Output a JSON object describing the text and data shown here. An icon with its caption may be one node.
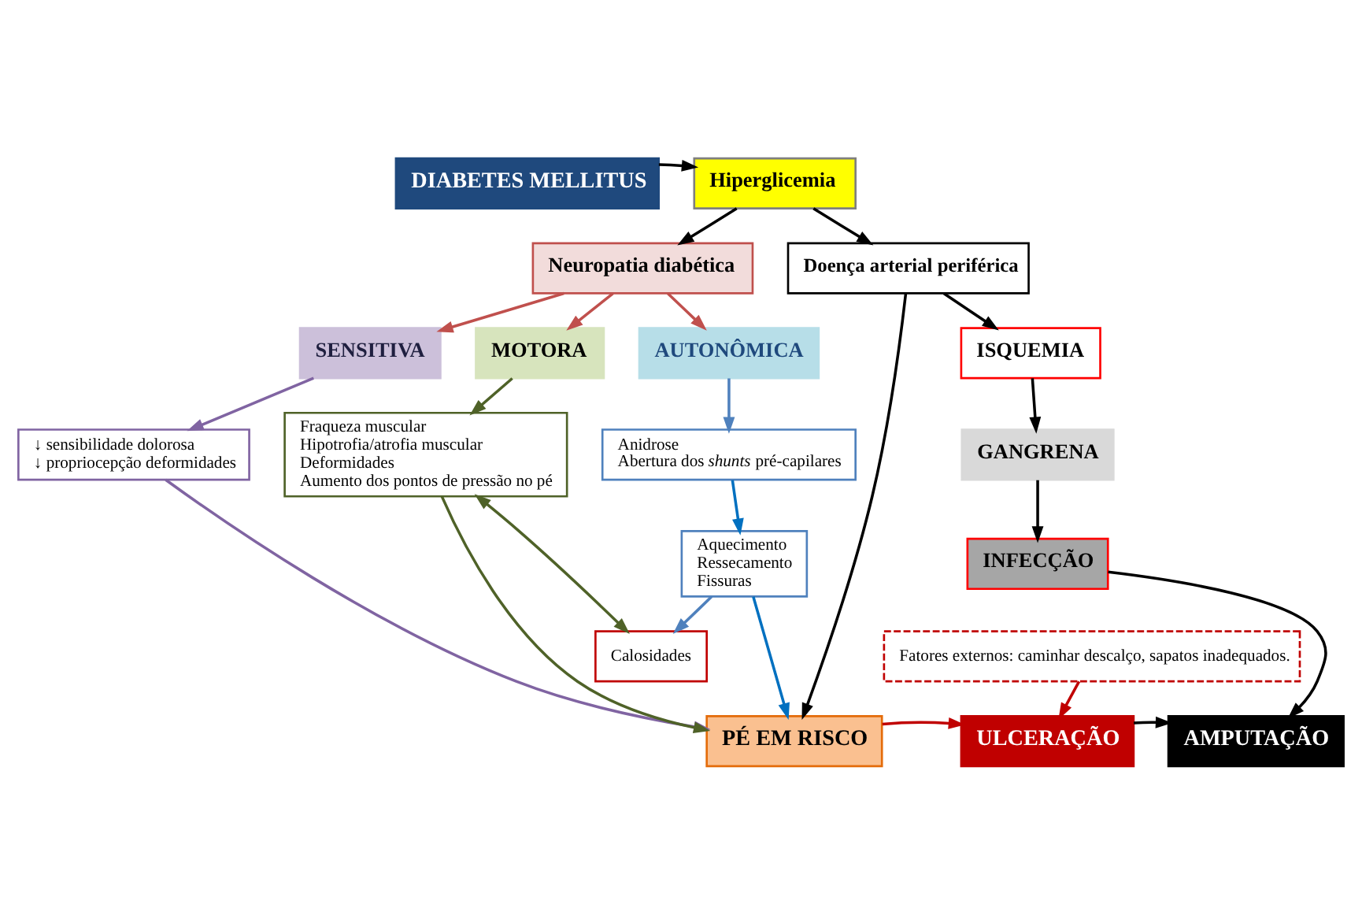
{
  "diagram": {
    "nodes": [
      {
        "text": [
          "DIABETES MELLITUS"
        ]
      },
      {
        "text": [
          "Hiperglicemia"
        ]
      },
      {
        "text": [
          "Neuropatia diabética"
        ]
      },
      {
        "text": [
          "Doença arterial periférica"
        ]
      },
      {
        "text": [
          "SENSITIVA"
        ]
      },
      {
        "text": [
          "MOTORA"
        ]
      },
      {
        "text": [
          "AUTONÔMICA"
        ]
      },
      {
        "text": [
          "↓ sensibilidade dolorosa",
          "↓ propriocepção deformidades"
        ]
      },
      {
        "text": [
          "Fraqueza muscular",
          "Hipotrofia/atrofia muscular",
          "Deformidades",
          "Aumento dos pontos de pressão no pé"
        ]
      },
      {
        "text": [
          "Anidrose",
          "Abertura dos *shunts* pré-capilares"
        ]
      },
      {
        "text": [
          "ISQUEMIA"
        ]
      },
      {
        "text": [
          "GANGRENA"
        ]
      },
      {
        "text": [
          "Aquecimento",
          "Ressecamento",
          "Fissuras"
        ]
      },
      {
        "text": [
          "INFECÇÃO"
        ]
      },
      {
        "text": [
          "Calosidades"
        ]
      },
      {
        "text": [
          "Fatores externos: caminhar descalço, sapatos inadequados."
        ]
      },
      {
        "text": [
          "PÉ EM RISCO"
        ]
      },
      {
        "text": [
          "ULCERAÇÃO"
        ]
      },
      {
        "text": [
          "AMPUTAÇÃO"
        ]
      }
    ],
    "edges": [
      {
        "from": 0,
        "to": 1,
        "arrow": "to"
      },
      {
        "from": 1,
        "to": 2,
        "arrow": "to"
      },
      {
        "from": 1,
        "to": 3,
        "arrow": "to"
      },
      {
        "from": 2,
        "to": 4,
        "arrow": "to",
        "color": "#c0504d"
      },
      {
        "from": 2,
        "to": 5,
        "arrow": "to",
        "color": "#c0504d"
      },
      {
        "from": 2,
        "to": 6,
        "arrow": "to",
        "color": "#c0504d"
      },
      {
        "from": 4,
        "to": 7,
        "arrow": "to",
        "color": "#8064a2"
      },
      {
        "from": 5,
        "to": 8,
        "arrow": "to",
        "color": "#4f6228"
      },
      {
        "from": 6,
        "to": 9,
        "arrow": "to",
        "color": "#4f81bd"
      },
      {
        "from": 9,
        "to": 12,
        "arrow": "to",
        "color": "#0070c0"
      },
      {
        "from": 3,
        "to": 10,
        "arrow": "to"
      },
      {
        "from": 10,
        "to": 11,
        "arrow": "to"
      },
      {
        "from": 11,
        "to": 13,
        "arrow": "to"
      },
      {
        "from": 13,
        "to": 18,
        "arrow": "to"
      },
      {
        "from": 8,
        "to": 14,
        "arrow": "both",
        "color": "#4f6228"
      },
      {
        "from": 12,
        "to": 14,
        "arrow": "to",
        "color": "#4f81bd"
      },
      {
        "from": 7,
        "to": 16,
        "arrow": "to",
        "color": "#8064a2"
      },
      {
        "from": 8,
        "to": 16,
        "arrow": "to",
        "color": "#4f6228"
      },
      {
        "from": 12,
        "to": 16,
        "arrow": "to",
        "color": "#0070c0"
      },
      {
        "from": 3,
        "to": 16,
        "arrow": "to"
      },
      {
        "from": 16,
        "to": 17,
        "arrow": "to",
        "color": "#c00000"
      },
      {
        "from": 15,
        "to": 17,
        "arrow": "to",
        "color": "#c00000"
      },
      {
        "from": 17,
        "to": 18,
        "arrow": "to"
      }
    ]
  }
}
